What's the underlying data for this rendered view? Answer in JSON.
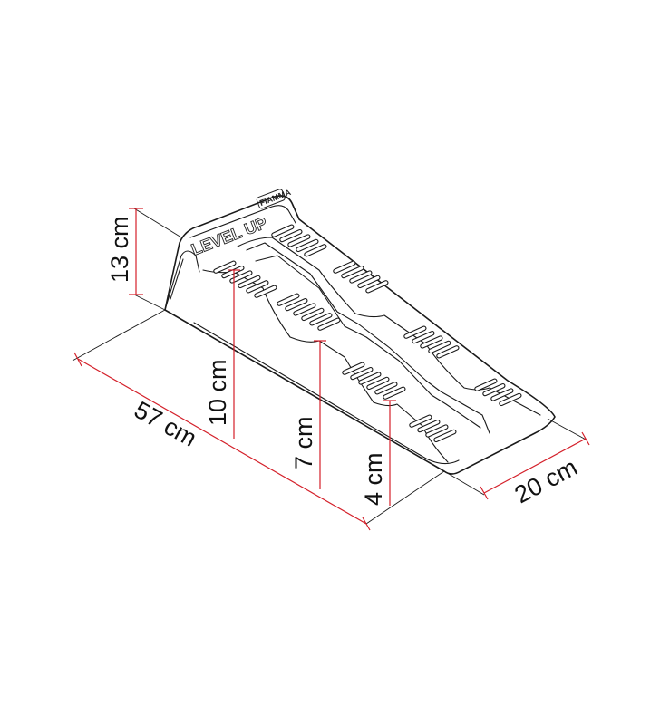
{
  "product": {
    "embossed_label": "LEVEL UP",
    "brand_mark": "FIAMMA"
  },
  "dimensions": {
    "length": "57 cm",
    "width": "20 cm",
    "overall_height": "13 cm",
    "step_high": "10 cm",
    "step_mid": "7 cm",
    "step_low": "4 cm"
  },
  "colors": {
    "dimension_lines": "#d4202a",
    "outline": "#1a1a1a",
    "background": "#ffffff"
  }
}
